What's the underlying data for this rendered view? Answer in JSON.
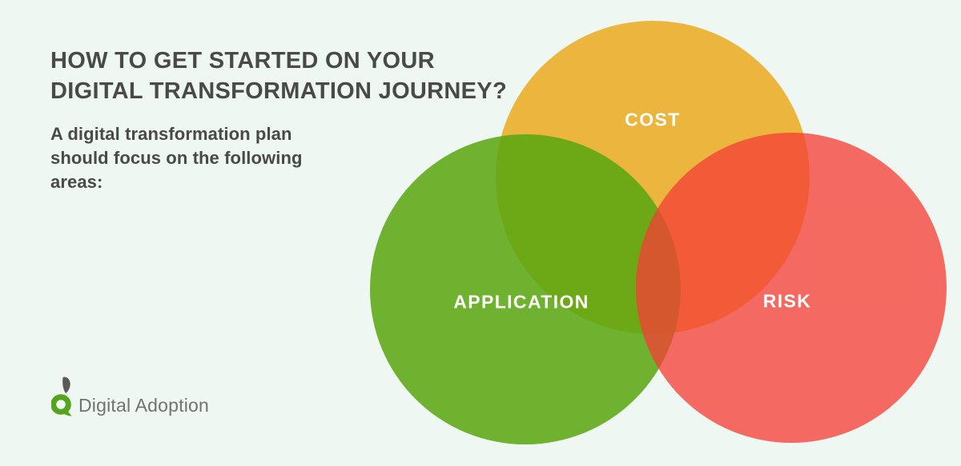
{
  "colors": {
    "background": "#EEF7F1",
    "cost_circle": "#EBB53E",
    "application_circle": "rgba(88,166,16,0.86)",
    "risk_circle": "rgba(246,62,52,0.76)",
    "heading_text": "#494949",
    "venn_label_text": "#FFFFFF",
    "logo_green": "#55A41E",
    "logo_leaf_gray": "#595959",
    "logo_text_gray": "#727272"
  },
  "header": {
    "title_line1": "HOW TO GET STARTED ON YOUR",
    "title_line2": "DIGITAL TRANSFORMATION JOURNEY?",
    "subtitle": "A digital transformation plan should focus on the following areas:"
  },
  "venn": {
    "type": "venn",
    "sets": [
      {
        "label": "COST",
        "color": "#EBB53E"
      },
      {
        "label": "APPLICATION",
        "color": "#6DB230"
      },
      {
        "label": "RISK",
        "color": "#F46A62"
      }
    ],
    "all_sets_overlap": true
  },
  "logo": {
    "text": "Digital Adoption"
  }
}
